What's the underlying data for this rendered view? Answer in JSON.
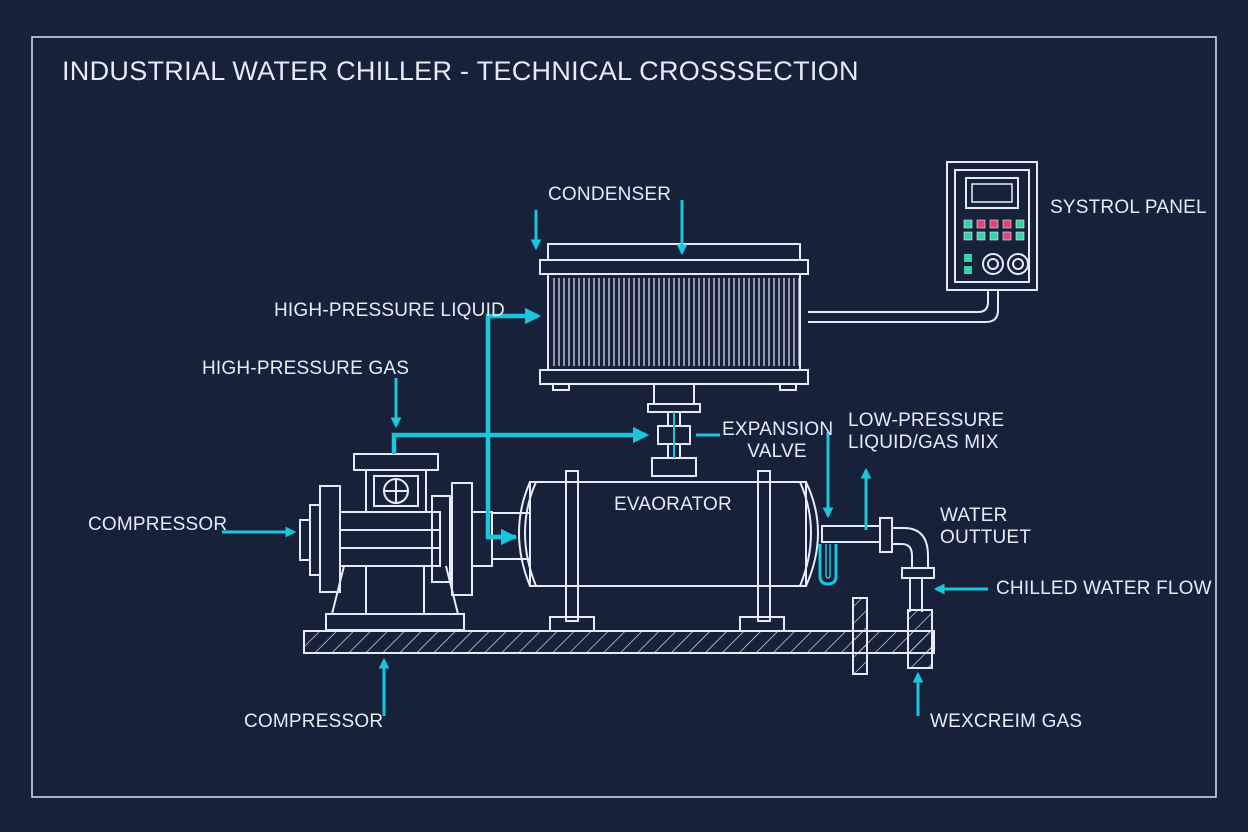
{
  "title": "INDUSTRIAL WATER CHILLER - TECHNICAL CROSSSECTION",
  "labels": {
    "condenser": "CONDENSER",
    "systrol_panel": "SYSTROL PANEL",
    "high_pressure_liquid": "HIGH-PRESSURE LIQUID",
    "high_pressure_gas": "HIGH-PRESSURE GAS",
    "expansion_valve_line1": "EXPANSION",
    "expansion_valve_line2": "VALVE",
    "low_pressure_mix_line1": "LOW-PRESSURE",
    "low_pressure_mix_line2": "LIQUID/GAS MIX",
    "evaporator": "EVAORATOR",
    "compressor_left": "COMPRESSOR",
    "water_outlet_line1": "WATER",
    "water_outlet_line2": "OUTTUET",
    "chilled_water_flow": "CHILLED WATER FLOW",
    "compressor_bottom": "COMPRESSOR",
    "wexcreim_gas": "WEXCREIM GAS"
  },
  "colors": {
    "background": "#17223a",
    "line": "#e4ecf7",
    "accent": "#19c6dc",
    "panel_green": "#3ad1a6",
    "panel_pink": "#e0457a"
  }
}
